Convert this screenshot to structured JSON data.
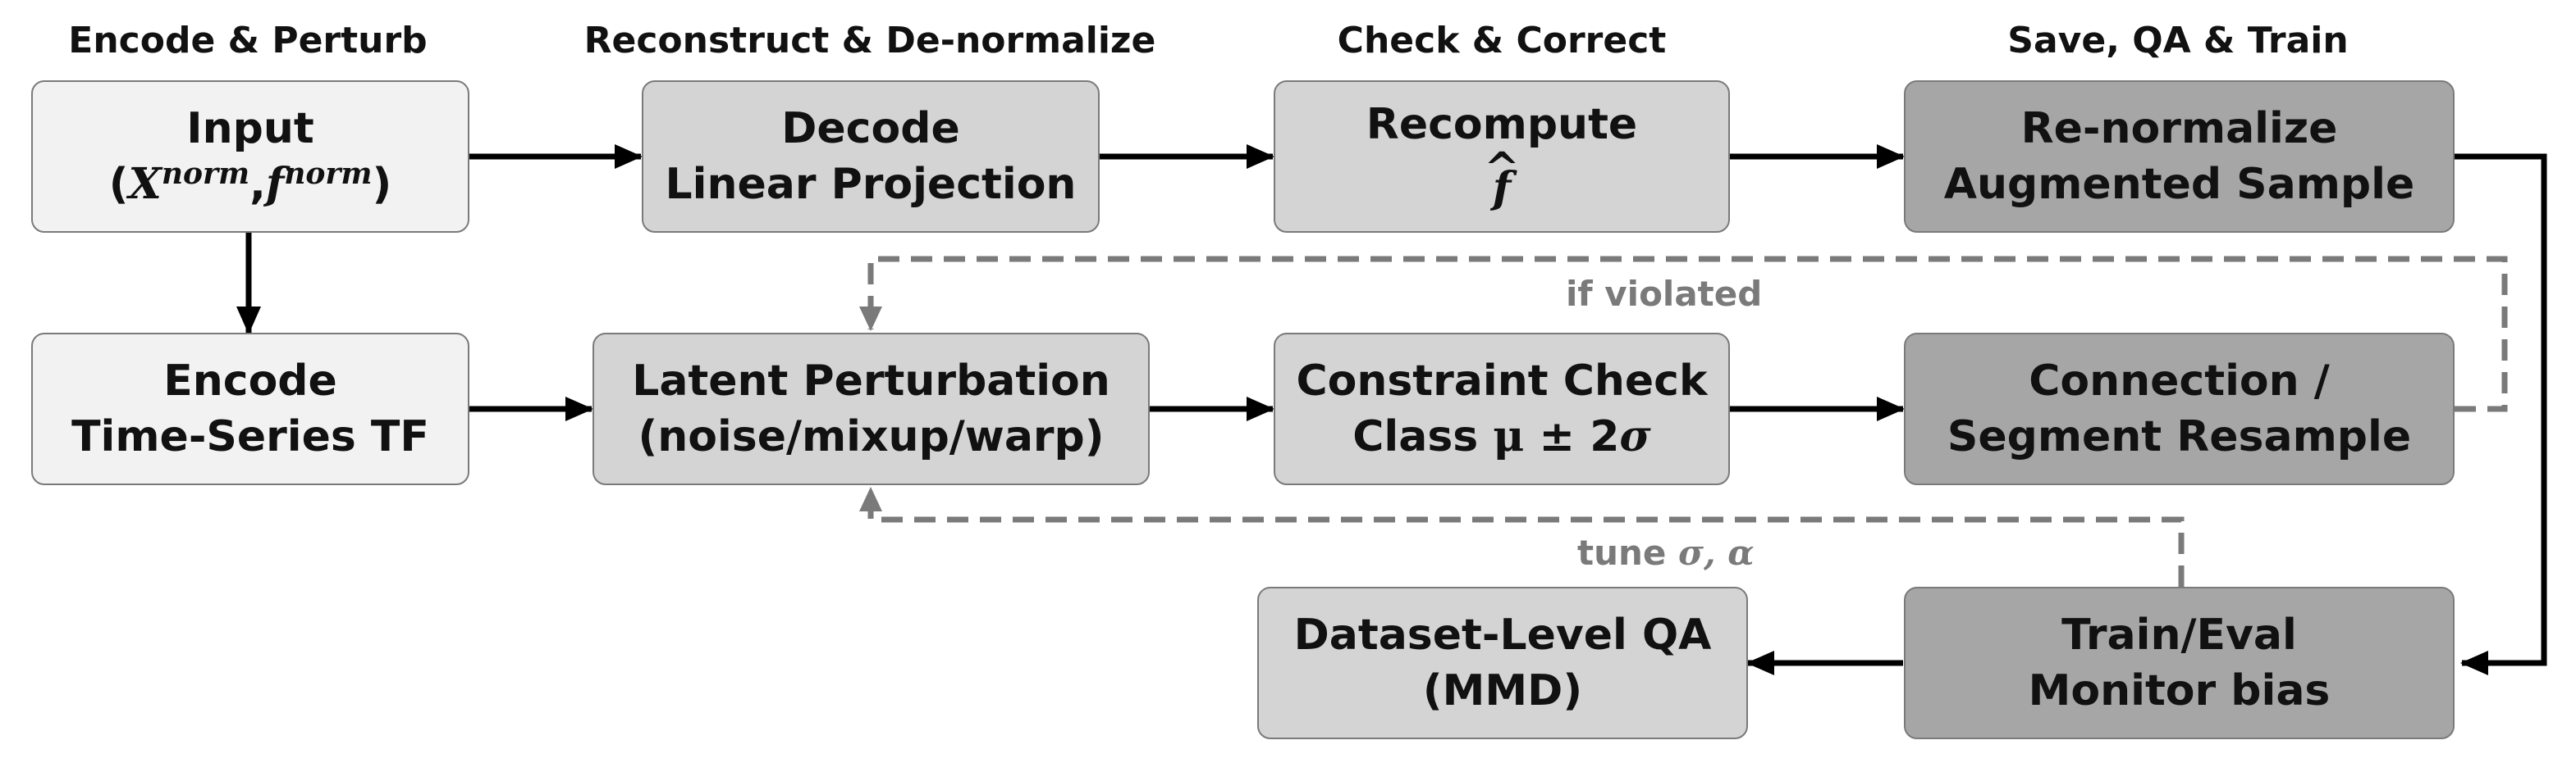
{
  "headers": {
    "col1": "Encode & Perturb",
    "col2": "Reconstruct & De-normalize",
    "col3": "Check & Correct",
    "col4": "Save, QA & Train"
  },
  "boxes": {
    "input": {
      "line1": "Input",
      "open": "(",
      "x_base": "X",
      "x_sup": "norm",
      "comma": ",",
      "f_base": "f",
      "f_sup": "norm",
      "close": ")"
    },
    "decode": {
      "line1": "Decode",
      "line2": "Linear Projection"
    },
    "recompute": {
      "line1": "Recompute",
      "f_hat": "f",
      "hat": "^"
    },
    "renormalize": {
      "line1": "Re-normalize",
      "line2": "Augmented Sample"
    },
    "encode": {
      "line1": "Encode",
      "line2": "Time-Series TF"
    },
    "latent": {
      "line1": "Latent Perturbation",
      "line2": "(noise/mixup/warp)"
    },
    "constraint": {
      "line1": "Constraint Check",
      "line2_prefix": "Class ",
      "mu": "μ",
      "pm": " ± 2",
      "sigma": "σ"
    },
    "resample": {
      "line1": "Connection /",
      "line2": "Segment Resample"
    },
    "qa": {
      "line1": "Dataset-Level QA",
      "line2": "(MMD)"
    },
    "train": {
      "line1": "Train/Eval",
      "line2": "Monitor bias"
    }
  },
  "labels": {
    "violated": "if violated",
    "tune_prefix": "tune ",
    "tune_math": "σ, α"
  },
  "colors": {
    "light_box": "#f2f2f2",
    "mid_box": "#d4d4d4",
    "dark_box": "#a6a6a6",
    "arrow": "#000000",
    "feedback": "#7a7a7a"
  }
}
